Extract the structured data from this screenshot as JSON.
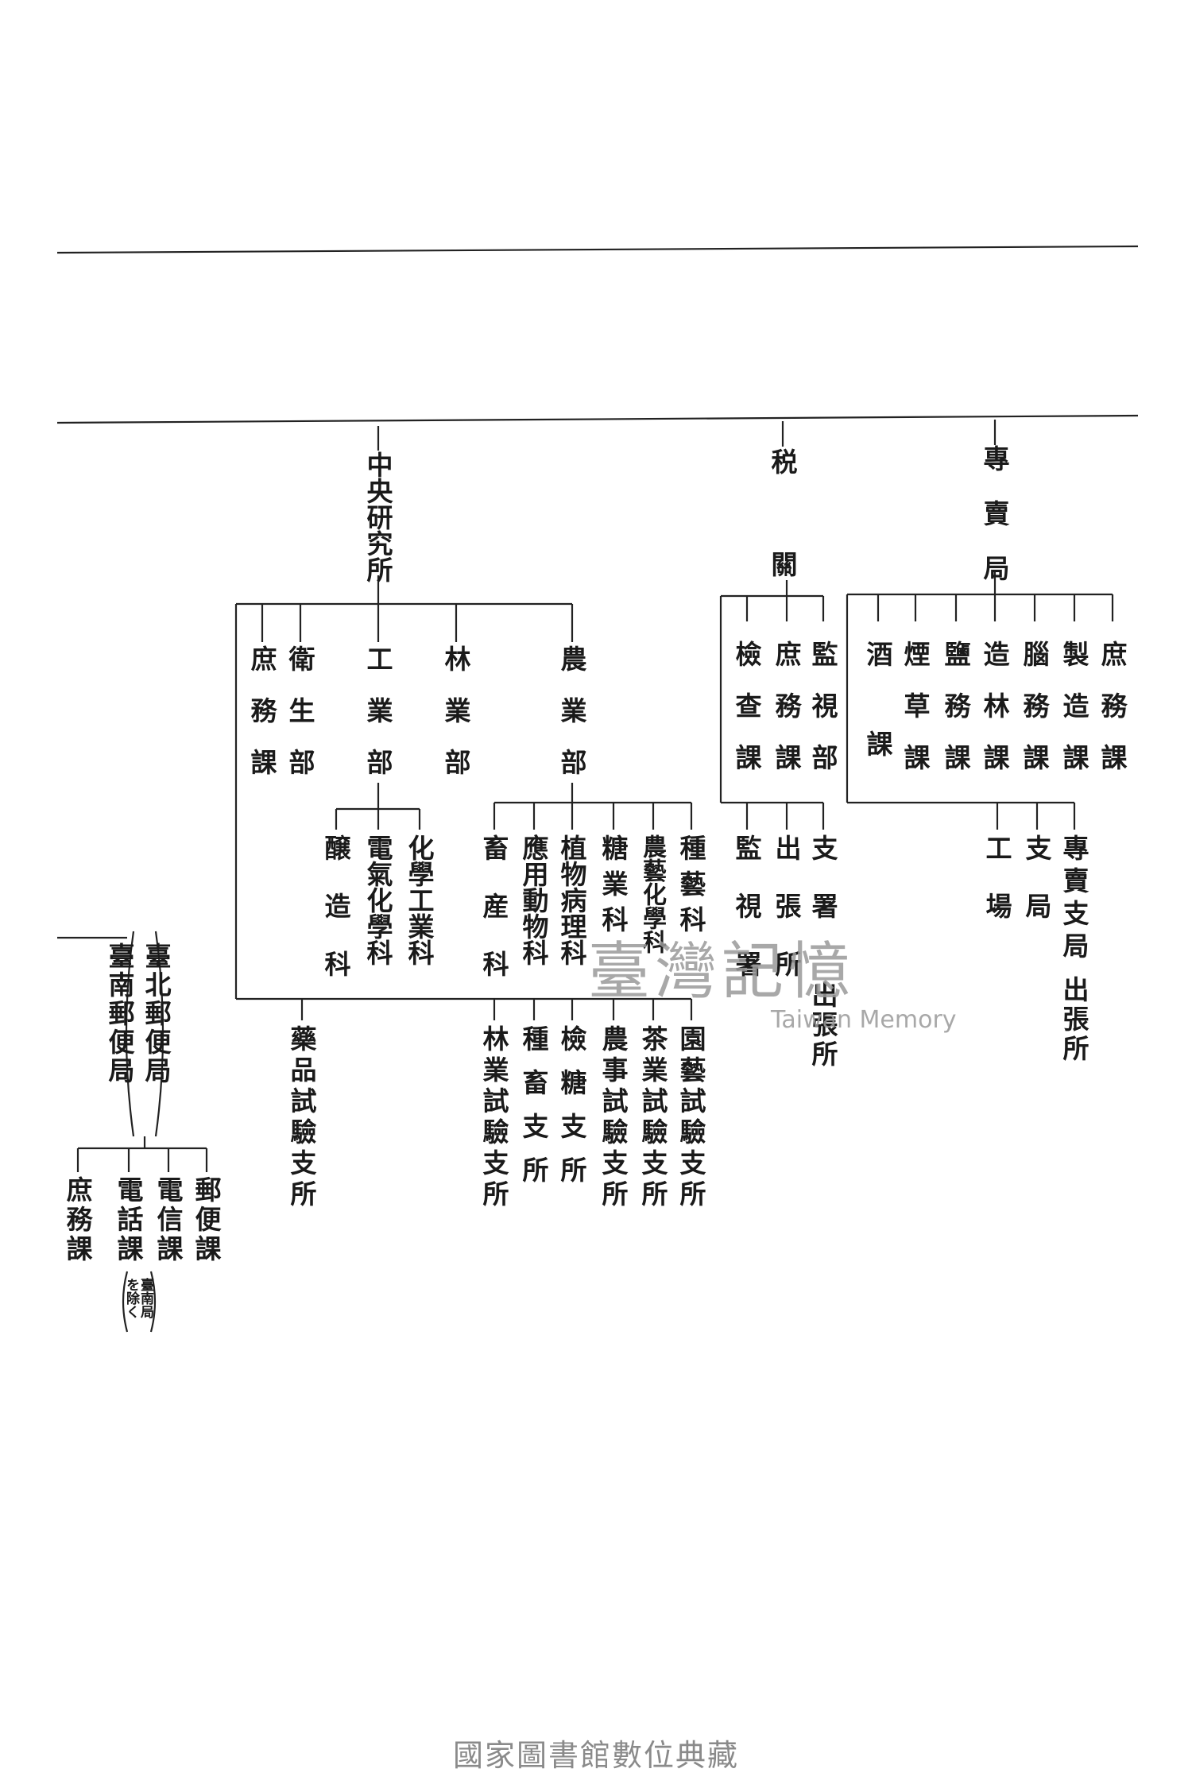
{
  "central_institute": {
    "name": "中央研究所"
  },
  "ci_children": {
    "shomu": "庶務課",
    "eisei": "衛生部",
    "kogyo": "工業部",
    "ringyo": "林業部",
    "nogyo": "農業部"
  },
  "kogyo_children": [
    "醸造科",
    "電氣化學科",
    "化學工業科"
  ],
  "nogyo_children": [
    "畜産科",
    "應用動物科",
    "植物病理科",
    "糖業科",
    "農藝化學科",
    "種藝科"
  ],
  "yakuhin": "藥品試驗支所",
  "nogyo_sub_stations": [
    "林業試驗支所",
    "種畜支所",
    "檢糖支所",
    "農事試驗支所",
    "茶業試驗支所",
    "園藝試驗支所"
  ],
  "customs": {
    "name": "税關",
    "children": [
      "檢查課",
      "庶務課",
      "監視部"
    ],
    "sub": [
      "監視署",
      "出張所",
      "支署"
    ],
    "sub2": "出張所"
  },
  "monopoly": {
    "name": "專賣局",
    "children": [
      "酒課",
      "煙草課",
      "鹽務課",
      "造林課",
      "腦務課",
      "製造課",
      "庶務課"
    ],
    "sub": [
      "工場",
      "支局",
      "專賣支局"
    ],
    "sub2": "出張所"
  },
  "post": {
    "name_line1": "臺北郵便局",
    "name_line2": "臺南郵便局",
    "children": [
      "庶務課",
      "電話課",
      "電信課",
      "郵便課"
    ],
    "note_line1": "臺南局",
    "note_line2": "を除く"
  },
  "watermark": {
    "chinese": "臺灣記憶",
    "english": "Taiwan Memory"
  },
  "footer": "國家圖書館數位典藏"
}
